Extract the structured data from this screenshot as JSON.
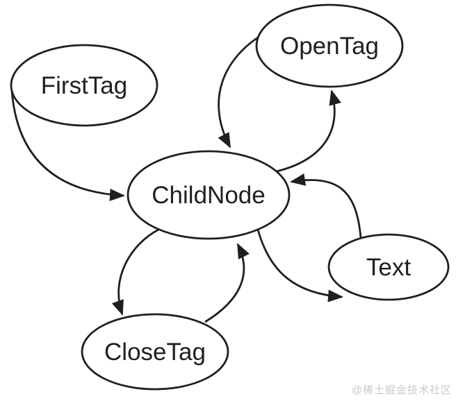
{
  "diagram": {
    "type": "state-diagram",
    "nodes": [
      {
        "id": "firsttag",
        "label": "FirstTag"
      },
      {
        "id": "opentag",
        "label": "OpenTag"
      },
      {
        "id": "childnode",
        "label": "ChildNode"
      },
      {
        "id": "closetag",
        "label": "CloseTag"
      },
      {
        "id": "text",
        "label": "Text"
      }
    ],
    "edges": [
      {
        "from": "FirstTag",
        "to": "ChildNode"
      },
      {
        "from": "OpenTag",
        "to": "ChildNode"
      },
      {
        "from": "ChildNode",
        "to": "OpenTag"
      },
      {
        "from": "Text",
        "to": "ChildNode"
      },
      {
        "from": "ChildNode",
        "to": "Text"
      },
      {
        "from": "ChildNode",
        "to": "CloseTag"
      },
      {
        "from": "CloseTag",
        "to": "ChildNode"
      }
    ],
    "colors": {
      "stroke": "#1f1f1f",
      "background": "#ffffff",
      "watermark": "#c9c9c9"
    }
  },
  "watermark": {
    "text": "@稀土掘金技术社区"
  }
}
